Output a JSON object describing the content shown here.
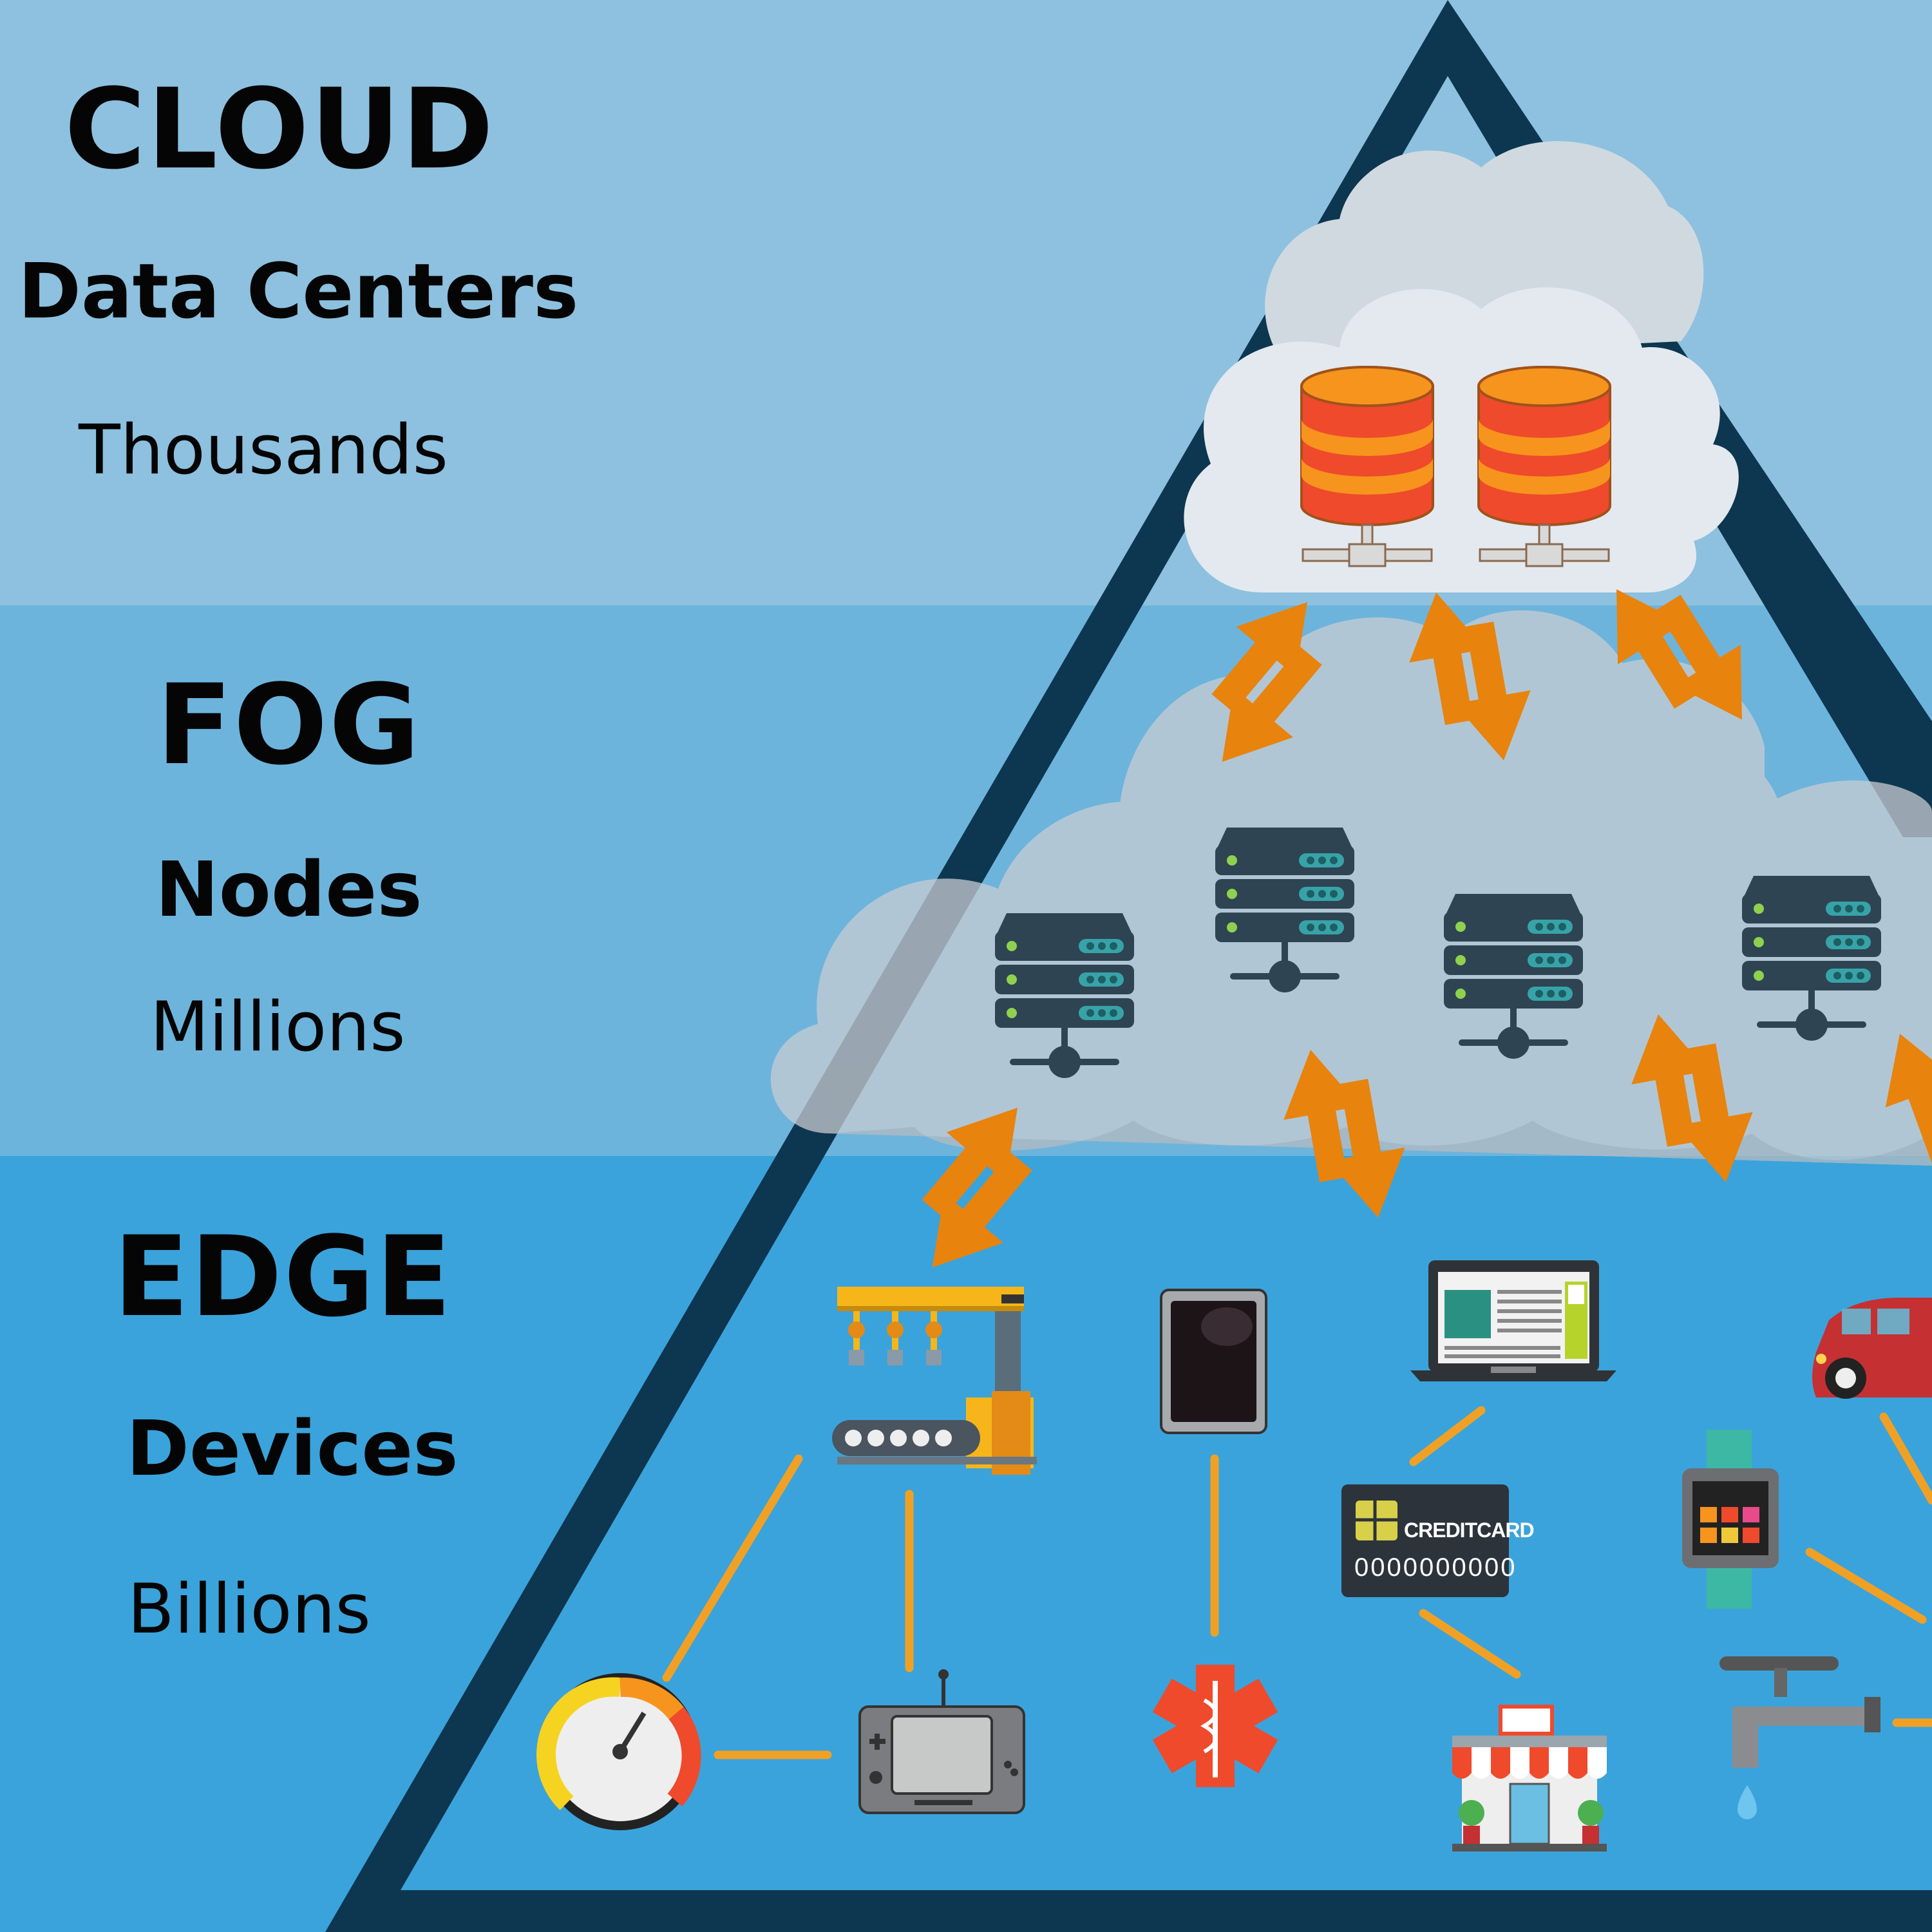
{
  "tiers": {
    "cloud": {
      "title": "CLOUD",
      "entity": "Data Centers",
      "scale": "Thousands"
    },
    "fog": {
      "title": "FOG",
      "entity": "Nodes",
      "scale": "Millions"
    },
    "edge": {
      "title": "EDGE",
      "entity": "Devices",
      "scale": "Billions"
    }
  },
  "icons": {
    "credit_card": {
      "label": "CREDITCARD",
      "number": "0000000000"
    }
  },
  "colors": {
    "cloud_band": "#8dc1df",
    "fog_band": "#6db4dd",
    "edge_band": "#3ba3db",
    "pyramid_outline": "#0d3650",
    "arrow": "#e8830e",
    "link": "#f0a125",
    "db_orange": "#f7941d",
    "db_red": "#ef4a2c",
    "server_dark": "#2e4452",
    "server_teal": "#37a3a8"
  }
}
